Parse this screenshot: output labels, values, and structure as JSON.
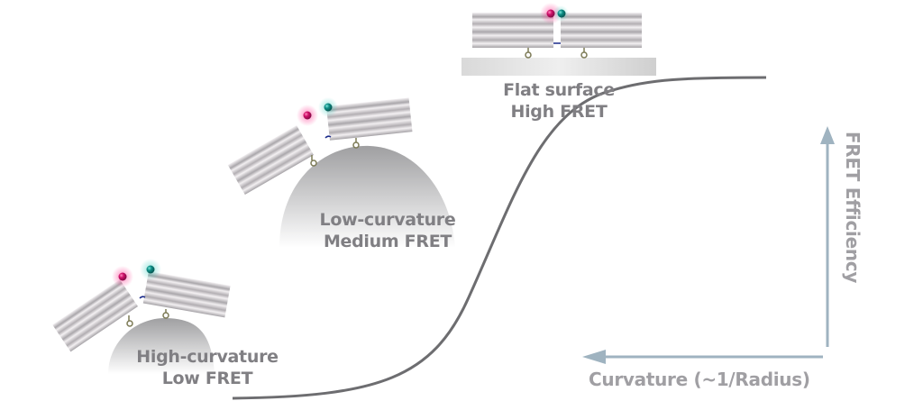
{
  "diagram": {
    "states": [
      {
        "id": "flat",
        "line1": "Flat surface",
        "line2": "High FRET"
      },
      {
        "id": "low",
        "line1": "Low-curvature",
        "line2": "Medium FRET"
      },
      {
        "id": "high",
        "line1": "High-curvature",
        "line2": "Low FRET"
      }
    ],
    "axes": {
      "x_label": "Curvature (~1/Radius)",
      "y_label": "FRET Efficiency"
    },
    "colors": {
      "curve": "#6d6d70",
      "axis": "#9fb3c0",
      "label": "#807f83",
      "donor": "#d0106a",
      "acceptor": "#0e8e86"
    }
  }
}
